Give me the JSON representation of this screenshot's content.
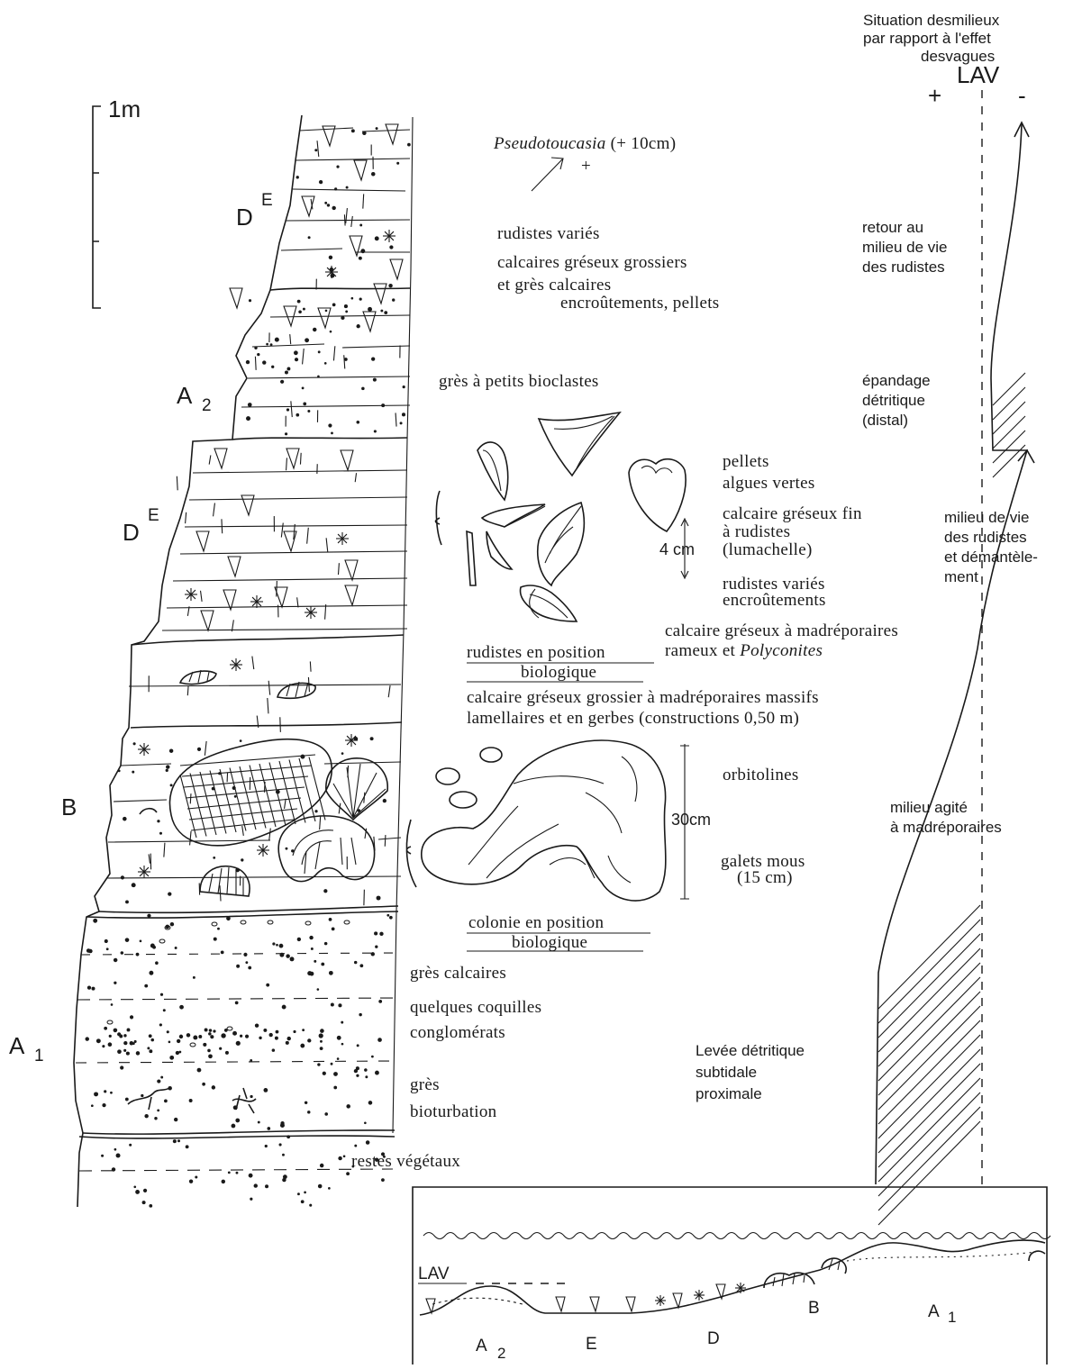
{
  "scale": {
    "label": "1m"
  },
  "units": {
    "lav": "LAV",
    "higher": "+",
    "lower": "-"
  },
  "column": {
    "units": {
      "de_upper": {
        "main": "D",
        "sup": "E"
      },
      "a2": {
        "main": "A",
        "sub": "2"
      },
      "de_lower": {
        "main": "D",
        "sup": "E"
      },
      "b": "B",
      "a1": {
        "main": "A",
        "sub": "1"
      }
    }
  },
  "descriptions": {
    "pseudotoucasia": {
      "taxon": "Pseudotoucasia",
      "note": "(+ 10cm)",
      "marker": "+"
    },
    "rudistes_varies_top": "rudistes variés",
    "calcaires_greseux": "calcaires gréseux grossiers",
    "gres_calcaires_1": "et grès calcaires",
    "encroutements_pellets": "encroûtements, pellets",
    "gres_bioclastes": "grès à petits bioclastes",
    "pellets": "pellets",
    "algues": "algues vertes",
    "calcaire_fin_1": "calcaire gréseux fin",
    "calcaire_fin_2": "à rudistes",
    "lumachelle": "(lumachelle)",
    "rudistes_varies_2": "rudistes variés",
    "encroutements": "encroûtements",
    "calcaire_madreporaires_1": "calcaire gréseux à madréporaires",
    "calcaire_madreporaires_2": {
      "prefix": "rameux et",
      "taxon": "Polyconites"
    },
    "rudistes_position_1": "rudistes en position",
    "rudistes_position_2": "biologique",
    "calcaire_massifs_1": "calcaire gréseux grossier à madréporaires massifs",
    "calcaire_massifs_2": "lamellaires et en gerbes (constructions 0,50 m)",
    "orbitolines": "orbitolines",
    "galets_1": "galets mous",
    "galets_2": "(15 cm)",
    "colonie_1": "colonie en position",
    "colonie_2": "biologique",
    "gres_calcaires_2": "grès calcaires",
    "coquilles": "quelques coquilles",
    "conglomerats": "conglomérats",
    "gres": "grès",
    "bioturbation": "bioturbation",
    "vegetaux": "restes végétaux"
  },
  "measures": {
    "four_cm": "4 cm",
    "thirty_cm": "30cm"
  },
  "environment": {
    "header_1": "Situation desmilieux",
    "header_2": "par rapport à l'effet",
    "header_3": "desvagues",
    "retour_1": "retour au",
    "retour_2": "milieu de vie",
    "retour_3": "des rudistes",
    "epandage_1": "épandage",
    "epandage_2": "détritique",
    "epandage_3": "(distal)",
    "milieu_vie_1": "milieu de vie",
    "milieu_vie_2": "des rudistes",
    "milieu_vie_3": "et démantèle-",
    "milieu_vie_4": "ment",
    "agite_1": "milieu agité",
    "agite_2": "à madréporaires",
    "levee_1": "Levée détritique",
    "levee_2": "subtidale",
    "levee_3": "proximale"
  },
  "cross_section": {
    "lav": "LAV",
    "a2": {
      "main": "A",
      "sub": "2"
    },
    "e": "E",
    "d": "D",
    "b": "B",
    "a1": {
      "main": "A",
      "sub": "1"
    }
  }
}
